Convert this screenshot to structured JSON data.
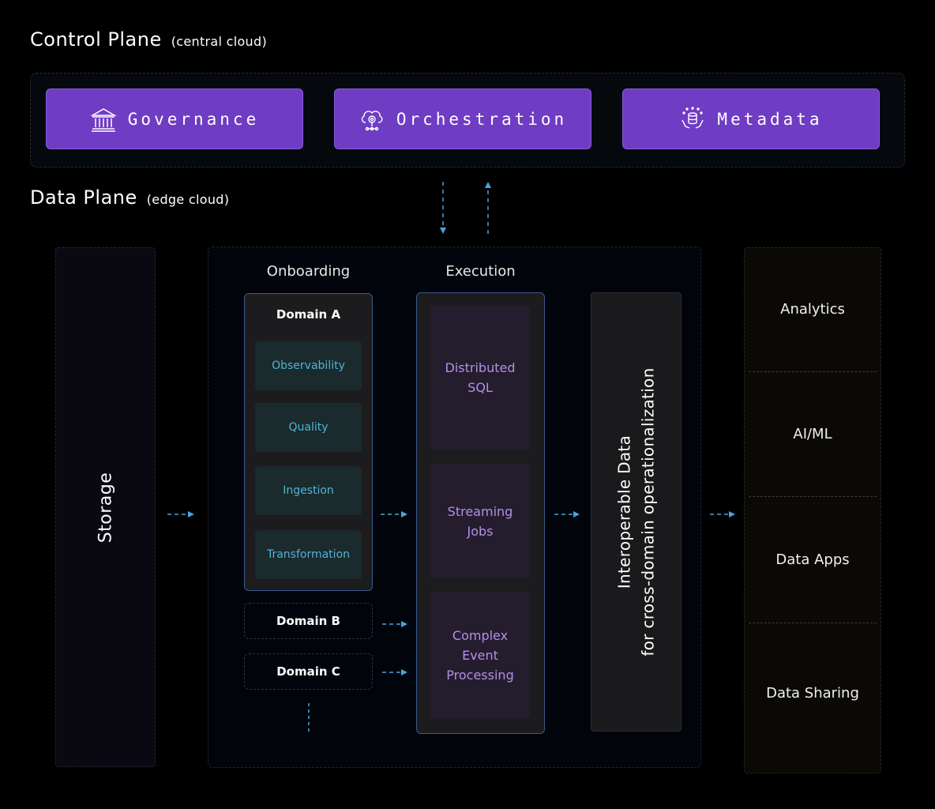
{
  "control_plane": {
    "title": "Control Plane",
    "subtitle": "(central cloud)"
  },
  "data_plane": {
    "title": "Data Plane",
    "subtitle": "(edge cloud)"
  },
  "control_buttons": [
    {
      "label": "Governance",
      "icon": "bank-icon"
    },
    {
      "label": "Orchestration",
      "icon": "cloud-gear-icon"
    },
    {
      "label": "Metadata",
      "icon": "database-hands-icon"
    }
  ],
  "storage": {
    "label": "Storage"
  },
  "onboarding": {
    "title": "Onboarding",
    "domain_a": "Domain A",
    "domain_a_items": [
      "Observability",
      "Quality",
      "Ingestion",
      "Transformation"
    ],
    "domain_b": "Domain B",
    "domain_c": "Domain C"
  },
  "execution": {
    "title": "Execution",
    "items": [
      {
        "line1": "Distributed",
        "line2": "SQL",
        "line3": ""
      },
      {
        "line1": "Streaming",
        "line2": "Jobs",
        "line3": ""
      },
      {
        "line1": "Complex",
        "line2": "Event",
        "line3": "Processing"
      }
    ]
  },
  "interop": {
    "line1": "Interoperable Data",
    "line2": "for cross-domain operationalization"
  },
  "outputs": [
    "Analytics",
    "AI/ML",
    "Data Apps",
    "Data Sharing"
  ],
  "colors": {
    "accent_purple": "#6f3cc4",
    "arrow_blue": "#4aa3e0",
    "teal_text": "#4fb3d9",
    "purple_text": "#b38fe8"
  }
}
